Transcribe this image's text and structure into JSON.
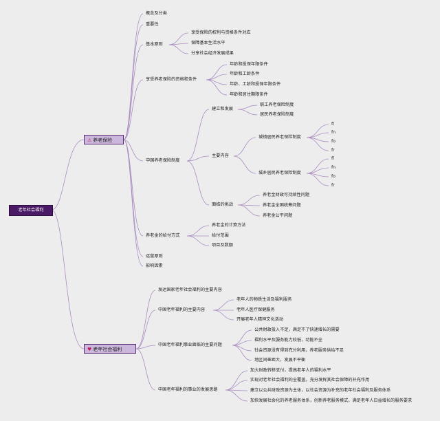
{
  "root": "老年社会福利",
  "branches": {
    "pension": {
      "label": "养老保险",
      "icon": "warning-icon",
      "concept": "概念及分类",
      "importance": "重要性",
      "principles": {
        "label": "基本原则",
        "items": [
          "享受保险的权利与资格条件对应",
          "保障基本生活水平",
          "分享社会经济发展成果"
        ]
      },
      "qualification": {
        "label": "享受养老保险的资格和条件",
        "items": [
          "年龄和投保年限条件",
          "年龄和工龄条件",
          "年龄、工龄和投保年限条件",
          "年龄和居住期限条件"
        ]
      },
      "system": {
        "label": "中国养老保险制度",
        "establish": {
          "label": "建立和发展",
          "items": [
            "职工养老保险制度",
            "居民养老保险制度"
          ]
        },
        "content": {
          "label": "主要内容",
          "urban": {
            "label": "城镇居民养老保险制度",
            "items": [
              "fl",
              "fn",
              "fo",
              "fr"
            ]
          },
          "rural": {
            "label": "城乡居民养老保险制度",
            "items": [
              "fl",
              "fn",
              "fo",
              "fr"
            ]
          }
        },
        "challenges": {
          "label": "面临的挑战",
          "items": [
            "养老金财政可持续性问题",
            "养老金全国统筹问题",
            "养老金公平问题"
          ]
        }
      },
      "payment": {
        "label": "养老金的给付方式",
        "items": [
          "养老金的计算方法",
          "给付范围",
          "项目及数额"
        ]
      },
      "operation": "运营原则",
      "factors": "影响因素"
    },
    "welfare": {
      "label": "老年社会福利",
      "icon": "heart-icon",
      "developed": "发达国家老年社会福利的主要内容",
      "content": {
        "label": "中国老年福利的主要内容",
        "items": [
          "老年人的物质生活及福利服务",
          "老年人医疗保健服务",
          "开展老年人精神文化活动"
        ]
      },
      "problems": {
        "label": "中国老年福利事业面临的主要问题",
        "items": [
          "公共财政投入不足，满足不了快速增长的需要",
          "福利水平及服务能力较低，功能不全",
          "社会资源没有得到充分利用，养老服务供给不足",
          "地区间差距大，发展不平衡"
        ]
      },
      "ideas": {
        "label": "中国老年福利的事业的发展思路",
        "items": [
          "加大财政转移支付，提高老年人的福利水平",
          "实现对老年社会福利的全覆盖，充分发挥其社会保障的补充作用",
          "建立以公共财政资源为主体，以社会资源为补充的老年社会福利及服务体系",
          "加快发展社会化的养老服务体系，创新养老服务模式，满足老年人日益增长的服务要求"
        ]
      }
    }
  },
  "colors": {
    "line": "#a98bc0",
    "root_bg": "#4b1a66",
    "node_bg": "#cbb6dc",
    "accent": "#c2185b"
  }
}
